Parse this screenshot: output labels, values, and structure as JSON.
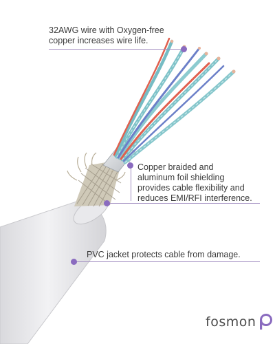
{
  "callouts": {
    "wire": "32AWG wire with Oxygen-free\ncopper increases wire life.",
    "shielding": "Copper braided and\naluminum foil shielding\nprovides cable flexibility and\nreduces EMI/RFI interference.",
    "jacket": "PVC jacket protects cable from damage."
  },
  "brand": {
    "name": "fosmon",
    "logo_color": "#8a6bbf"
  },
  "colors": {
    "accent": "#8a6bbf",
    "jacket": "#e6e6e9",
    "braid": "#c9c4b4",
    "wire_teal": "#7fc3c9",
    "wire_red": "#e0604f",
    "wire_blue": "#6b7fc8"
  }
}
